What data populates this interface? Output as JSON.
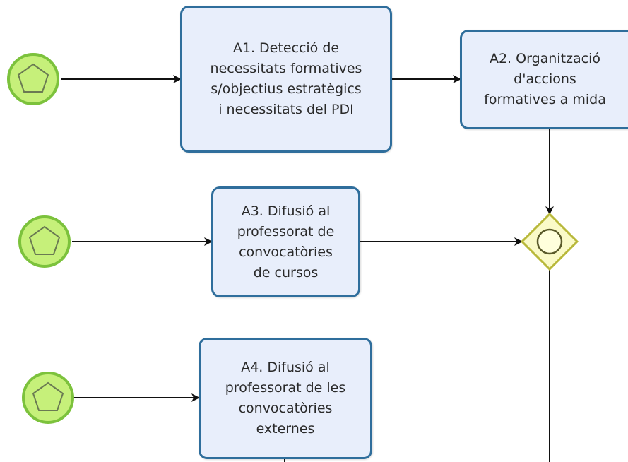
{
  "diagram": {
    "tasks": {
      "a1": {
        "label": "A1. Detecció de\nnecessitats formatives\ns/objectius estratègics\ni necessitats del PDI"
      },
      "a2": {
        "label": "A2. Organització\nd'accions\nformatives a mida"
      },
      "a3": {
        "label": "A3. Difusió al\nprofessorat de\nconvocatòries\nde cursos"
      },
      "a4": {
        "label": "A4. Difusió al\nprofessorat de les\nconvocatòries\nexternes"
      }
    },
    "colors": {
      "task_fill": "#e8eefb",
      "task_border": "#2f6e9c",
      "start_event_fill": "#c6f07a",
      "start_event_stroke": "#7cc23c",
      "gateway_fill": "#fafac8",
      "gateway_stroke": "#b8b83a",
      "flow_line": "#111111"
    },
    "icons": {
      "start_event": "pentagon-icon",
      "gateway_inner": "circle-icon"
    }
  }
}
